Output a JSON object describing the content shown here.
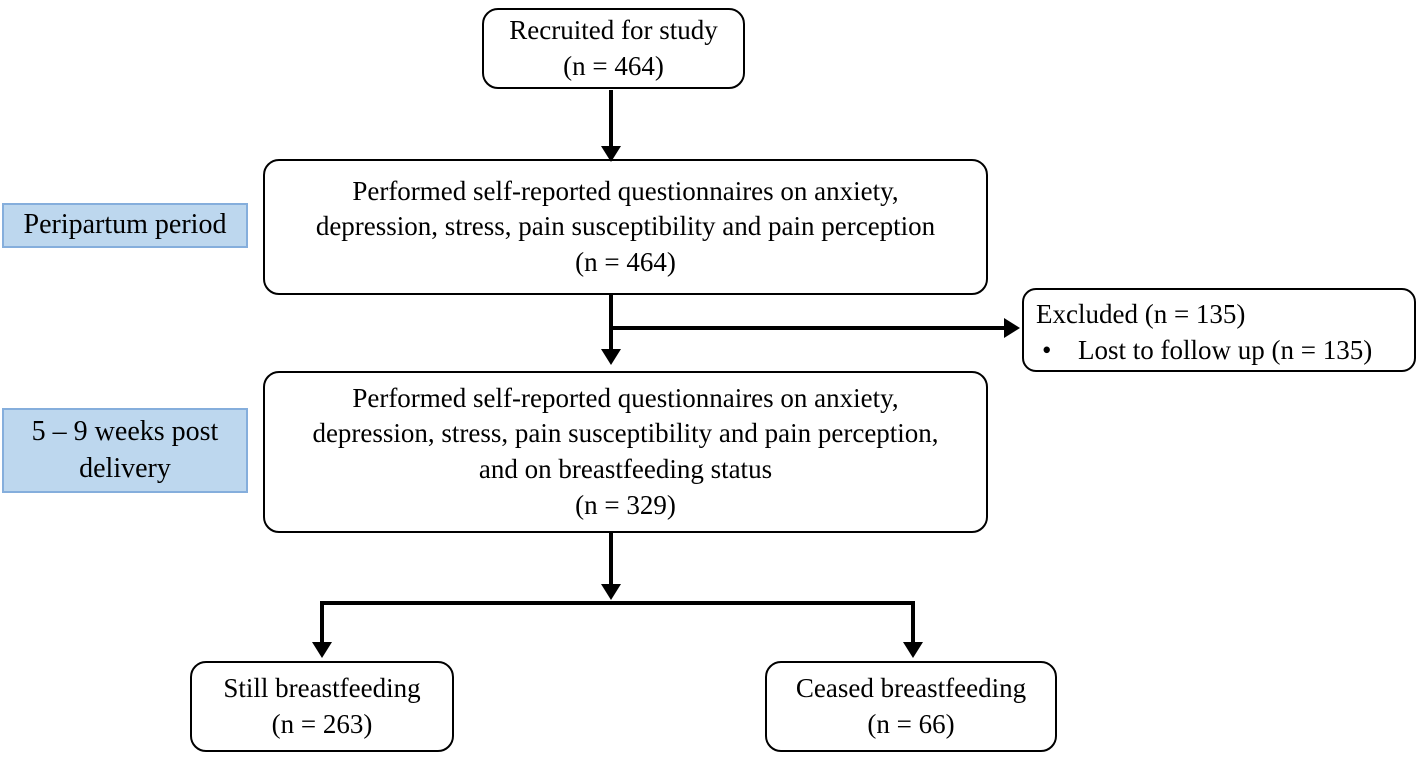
{
  "flowchart": {
    "nodes": {
      "recruited": "Recruited for study\n(n = 464)",
      "questionnaire_peripartum": "Performed self-reported questionnaires on anxiety,\ndepression, stress, pain susceptibility and pain perception\n(n = 464)",
      "excluded": {
        "title": "Excluded (n = 135)",
        "bullet": "•",
        "item": "Lost to follow up (n = 135)"
      },
      "questionnaire_postpartum": "Performed self-reported questionnaires on anxiety,\ndepression, stress, pain susceptibility and pain perception,\nand on breastfeeding status\n(n = 329)",
      "still_breastfeeding": "Still breastfeeding\n(n = 263)",
      "ceased_breastfeeding": "Ceased breastfeeding\n(n = 66)"
    },
    "stage_labels": {
      "peripartum": "Peripartum period",
      "postpartum": "5 – 9 weeks post\ndelivery"
    },
    "colors": {
      "background": "#FFFFFF",
      "node_border": "#000000",
      "arrow": "#000000",
      "stage_label_fill": "#BDD7EE",
      "stage_label_border": "#85AEDC",
      "text": "#000000"
    }
  }
}
